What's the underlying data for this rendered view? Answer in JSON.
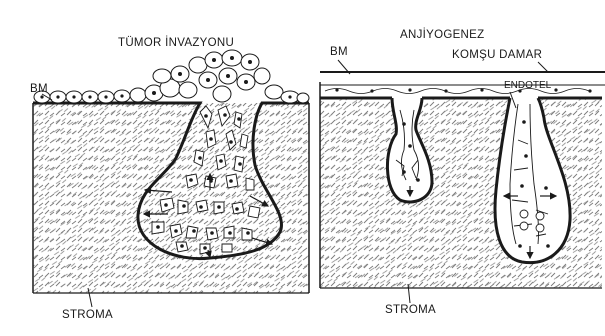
{
  "left_panel": {
    "title": "TÜMOR İNVAZYONU",
    "bm_label": "BM",
    "stroma_label": "STROMA"
  },
  "right_panel": {
    "title": "ANJİYOGENEZ",
    "subtitle": "KOMŞU DAMAR",
    "bm_label": "BM",
    "endotel_label": "ENDOTEL",
    "stroma_label": "STROMA"
  },
  "colors": {
    "background": "#ffffff",
    "ink": "#1a1a1a",
    "hatch": "#7a7a7a"
  }
}
